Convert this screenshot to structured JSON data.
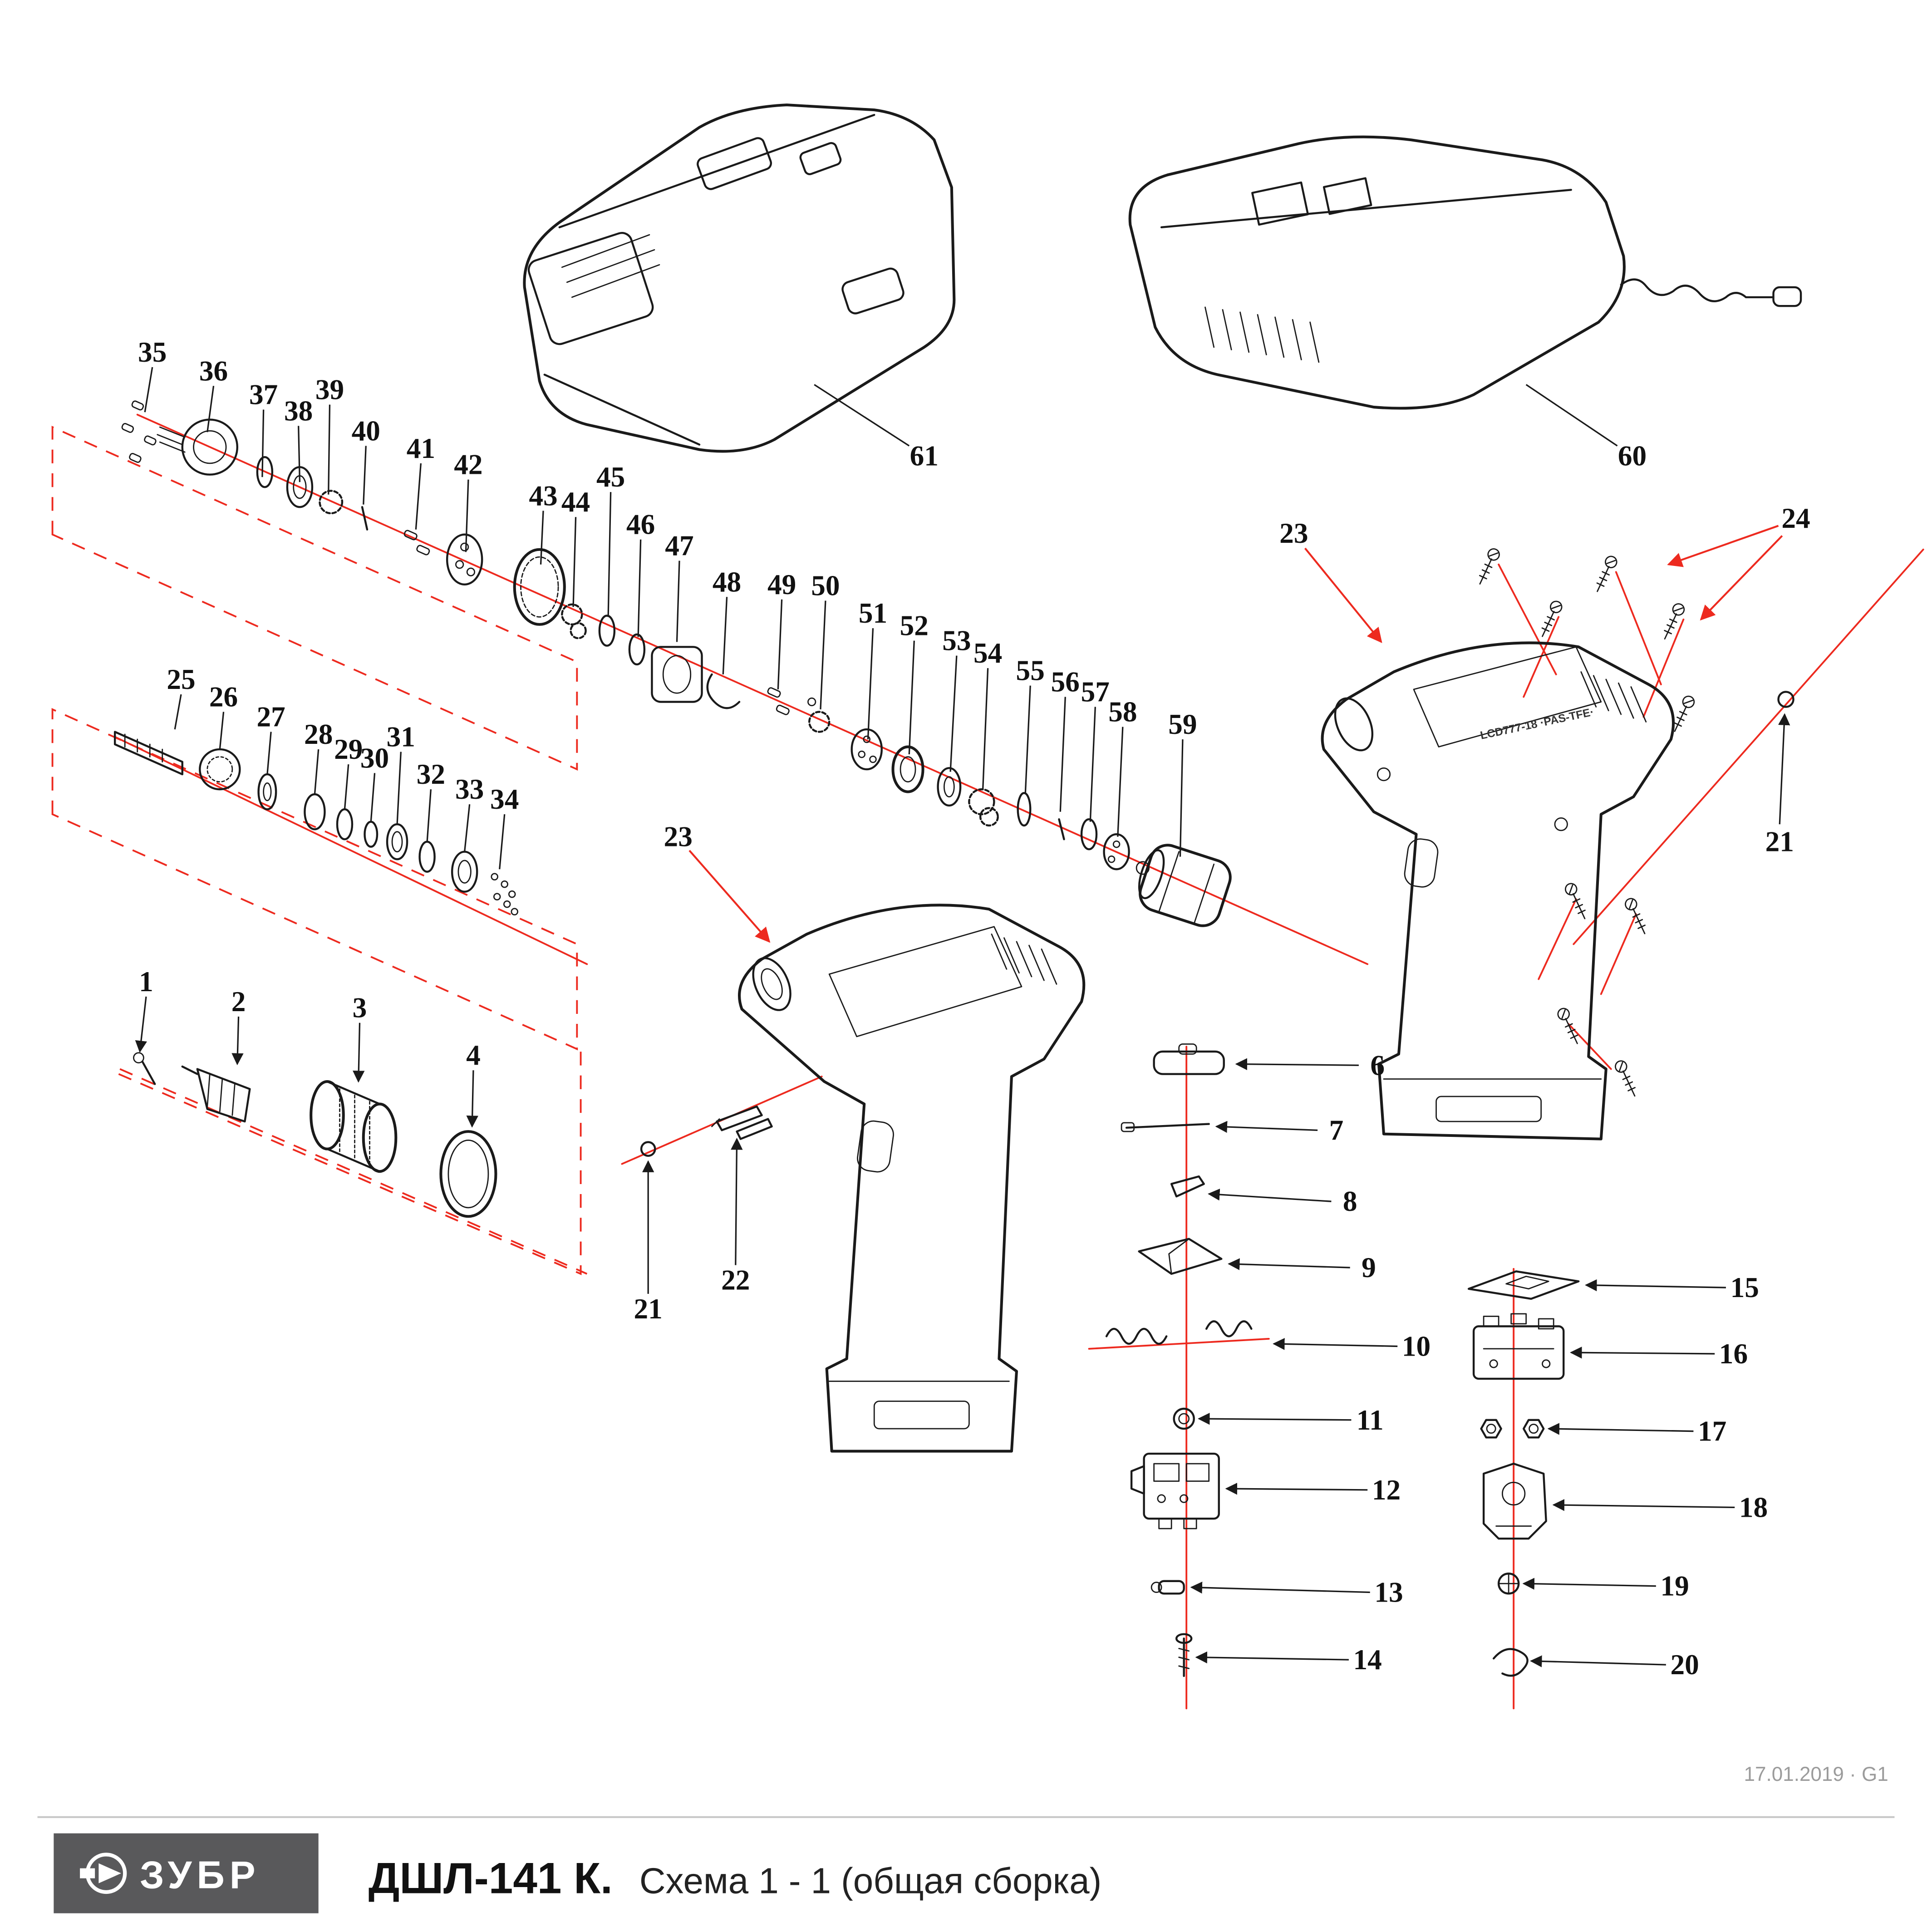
{
  "meta": {
    "revision": "17.01.2019 · G1"
  },
  "footer": {
    "logo_text": "ЗУБР",
    "model": "ДШЛ-141 К.",
    "subtitle": "Схема 1 - 1 (общая сборка)"
  },
  "diagram": {
    "accent_color": "#ed2a1f",
    "line_color": "#1a1a1a",
    "housing_marking": "LCD777-18 ·PAS-TFE·",
    "callouts": [
      [
        "35",
        122,
        282
      ],
      [
        "36",
        171,
        297
      ],
      [
        "37",
        211,
        316
      ],
      [
        "38",
        239,
        329
      ],
      [
        "39",
        264,
        312
      ],
      [
        "40",
        293,
        345
      ],
      [
        "41",
        337,
        359
      ],
      [
        "42",
        375,
        372
      ],
      [
        "43",
        435,
        397
      ],
      [
        "44",
        461,
        402
      ],
      [
        "45",
        489,
        382
      ],
      [
        "46",
        513,
        420
      ],
      [
        "47",
        544,
        437
      ],
      [
        "48",
        582,
        466
      ],
      [
        "49",
        626,
        468
      ],
      [
        "50",
        661,
        469
      ],
      [
        "51",
        699,
        491
      ],
      [
        "52",
        732,
        501
      ],
      [
        "53",
        766,
        513
      ],
      [
        "54",
        791,
        523
      ],
      [
        "55",
        825,
        537
      ],
      [
        "56",
        853,
        546
      ],
      [
        "57",
        877,
        554
      ],
      [
        "58",
        899,
        570
      ],
      [
        "59",
        947,
        580
      ],
      [
        "25",
        145,
        544
      ],
      [
        "26",
        179,
        558
      ],
      [
        "27",
        217,
        574
      ],
      [
        "28",
        255,
        588
      ],
      [
        "29",
        279,
        600
      ],
      [
        "30",
        300,
        607
      ],
      [
        "31",
        321,
        590
      ],
      [
        "32",
        345,
        620
      ],
      [
        "33",
        376,
        632
      ],
      [
        "34",
        404,
        640
      ],
      [
        "1",
        117,
        786
      ],
      [
        "2",
        191,
        802
      ],
      [
        "3",
        288,
        807
      ],
      [
        "4",
        379,
        845
      ],
      [
        "21",
        519,
        1048
      ],
      [
        "22",
        589,
        1025
      ],
      [
        "23",
        543,
        670
      ],
      [
        "23",
        1036,
        427
      ],
      [
        "24",
        1438,
        415
      ],
      [
        "21",
        1425,
        674
      ],
      [
        "6",
        1103,
        853
      ],
      [
        "7",
        1070,
        905
      ],
      [
        "8",
        1081,
        962
      ],
      [
        "9",
        1096,
        1015
      ],
      [
        "10",
        1134,
        1078
      ],
      [
        "11",
        1097,
        1137
      ],
      [
        "12",
        1110,
        1193
      ],
      [
        "13",
        1112,
        1275
      ],
      [
        "14",
        1095,
        1329
      ],
      [
        "15",
        1397,
        1031
      ],
      [
        "16",
        1388,
        1084
      ],
      [
        "17",
        1371,
        1146
      ],
      [
        "18",
        1404,
        1207
      ],
      [
        "19",
        1341,
        1270
      ],
      [
        "20",
        1349,
        1333
      ],
      [
        "60",
        1307,
        365
      ],
      [
        "61",
        740,
        365
      ]
    ],
    "leaders": [
      [
        122,
        294,
        116,
        330,
        "k",
        0
      ],
      [
        171,
        309,
        166,
        346,
        "k",
        0
      ],
      [
        211,
        328,
        210,
        382,
        "k",
        0
      ],
      [
        239,
        341,
        240,
        386,
        "k",
        0
      ],
      [
        264,
        324,
        263,
        396,
        "k",
        0
      ],
      [
        293,
        357,
        291,
        404,
        "k",
        0
      ],
      [
        337,
        371,
        333,
        424,
        "k",
        0
      ],
      [
        375,
        384,
        373,
        442,
        "k",
        0
      ],
      [
        435,
        409,
        433,
        452,
        "k",
        0
      ],
      [
        461,
        414,
        459,
        486,
        "k",
        0
      ],
      [
        489,
        394,
        487,
        494,
        "k",
        0
      ],
      [
        513,
        432,
        511,
        510,
        "k",
        0
      ],
      [
        544,
        449,
        542,
        514,
        "k",
        0
      ],
      [
        582,
        478,
        579,
        540,
        "k",
        0
      ],
      [
        626,
        480,
        623,
        552,
        "k",
        0
      ],
      [
        661,
        481,
        657,
        568,
        "k",
        0
      ],
      [
        699,
        503,
        695,
        592,
        "k",
        0
      ],
      [
        732,
        513,
        728,
        604,
        "k",
        0
      ],
      [
        766,
        525,
        761,
        618,
        "k",
        0
      ],
      [
        791,
        535,
        787,
        632,
        "k",
        0
      ],
      [
        825,
        549,
        821,
        636,
        "k",
        0
      ],
      [
        853,
        558,
        849,
        650,
        "k",
        0
      ],
      [
        877,
        566,
        873,
        658,
        "k",
        0
      ],
      [
        899,
        582,
        895,
        670,
        "k",
        0
      ],
      [
        947,
        592,
        945,
        686,
        "k",
        0
      ],
      [
        145,
        556,
        140,
        584,
        "k",
        0
      ],
      [
        179,
        570,
        176,
        600,
        "k",
        0
      ],
      [
        217,
        586,
        214,
        620,
        "k",
        0
      ],
      [
        255,
        600,
        252,
        636,
        "k",
        0
      ],
      [
        279,
        612,
        276,
        648,
        "k",
        0
      ],
      [
        300,
        619,
        297,
        658,
        "k",
        0
      ],
      [
        321,
        602,
        318,
        660,
        "k",
        0
      ],
      [
        345,
        632,
        342,
        674,
        "k",
        0
      ],
      [
        376,
        644,
        372,
        682,
        "k",
        0
      ],
      [
        404,
        652,
        400,
        696,
        "k",
        0
      ],
      [
        1295,
        357,
        1222,
        308,
        "k",
        0
      ],
      [
        728,
        357,
        652,
        308,
        "k",
        0
      ],
      [
        117,
        798,
        112,
        842,
        "k",
        1
      ],
      [
        191,
        814,
        190,
        852,
        "k",
        1
      ],
      [
        288,
        819,
        287,
        866,
        "k",
        1
      ],
      [
        379,
        857,
        378,
        902,
        "k",
        1
      ],
      [
        519,
        1036,
        519,
        930,
        "k",
        1
      ],
      [
        589,
        1013,
        590,
        912,
        "k",
        1
      ],
      [
        1425,
        660,
        1429,
        572,
        "k",
        1
      ],
      [
        1088,
        853,
        990,
        852,
        "k",
        1
      ],
      [
        1055,
        905,
        974,
        902,
        "k",
        1
      ],
      [
        1066,
        962,
        968,
        956,
        "k",
        1
      ],
      [
        1081,
        1015,
        984,
        1012,
        "k",
        1
      ],
      [
        1119,
        1078,
        1020,
        1076,
        "k",
        1
      ],
      [
        1082,
        1137,
        960,
        1136,
        "k",
        1
      ],
      [
        1095,
        1193,
        982,
        1192,
        "k",
        1
      ],
      [
        1097,
        1275,
        954,
        1271,
        "k",
        1
      ],
      [
        1080,
        1329,
        958,
        1327,
        "k",
        1
      ],
      [
        1382,
        1031,
        1270,
        1029,
        "k",
        1
      ],
      [
        1373,
        1084,
        1258,
        1083,
        "k",
        1
      ],
      [
        1356,
        1146,
        1240,
        1144,
        "k",
        1
      ],
      [
        1389,
        1207,
        1244,
        1205,
        "k",
        1
      ],
      [
        1326,
        1270,
        1220,
        1268,
        "k",
        1
      ],
      [
        1334,
        1333,
        1226,
        1330,
        "k",
        1
      ],
      [
        552,
        681,
        616,
        754,
        "r",
        1
      ],
      [
        1045,
        439,
        1106,
        514,
        "r",
        1
      ],
      [
        1424,
        421,
        1336,
        452,
        "r",
        1
      ],
      [
        1427,
        429,
        1362,
        496,
        "r",
        1
      ]
    ]
  }
}
